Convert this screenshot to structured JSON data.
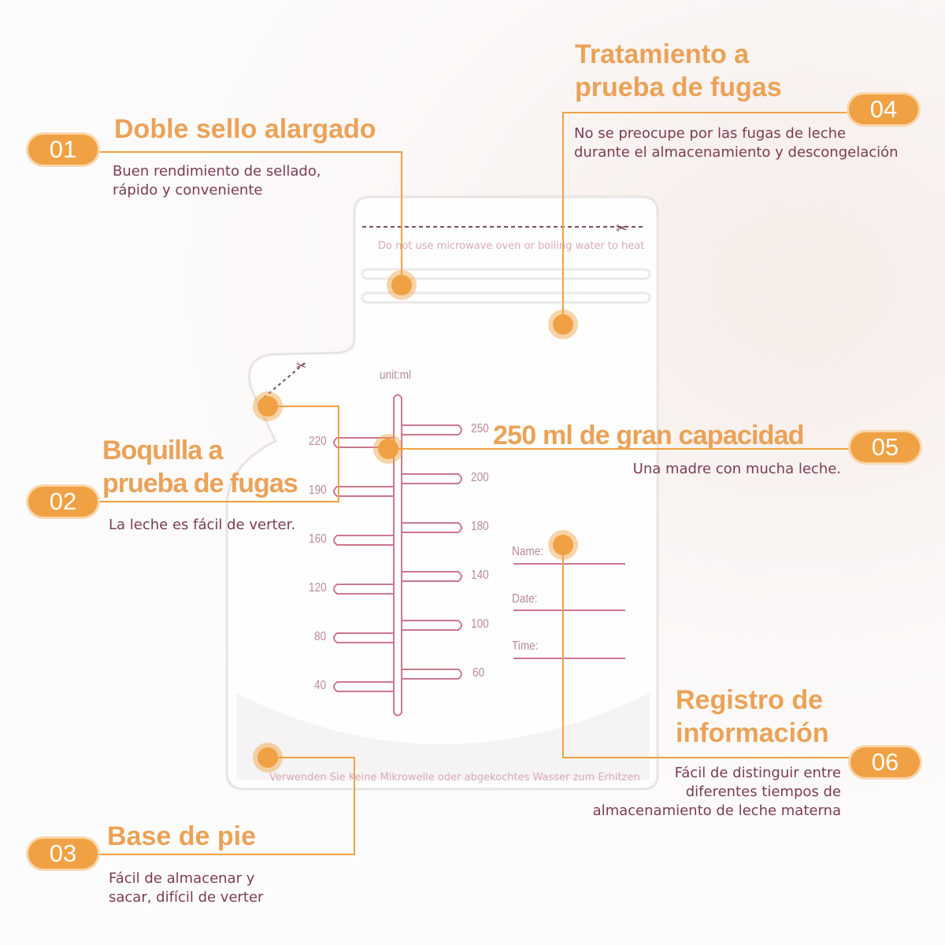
{
  "features": [
    {
      "num": "01",
      "title": "Doble sello alargado",
      "desc": [
        "Buen rendimiento de sellado,",
        "rápido y conveniente"
      ]
    },
    {
      "num": "02",
      "title": [
        "Boquilla a",
        "prueba de fugas"
      ],
      "desc": [
        "La leche es fácil de verter."
      ]
    },
    {
      "num": "03",
      "title": "Base de pie",
      "desc": [
        "Fácil de almacenar y",
        "sacar, difícil de verter"
      ]
    },
    {
      "num": "04",
      "title": [
        "Tratamiento a",
        "prueba de fugas"
      ],
      "desc": [
        "No se preocupe por las fugas de leche",
        "durante el almacenamiento y descongelación"
      ]
    },
    {
      "num": "05",
      "title": "250 ml de gran capacidad",
      "desc": [
        "Una madre con mucha leche."
      ]
    },
    {
      "num": "06",
      "title": [
        "Registro de",
        "información"
      ],
      "desc": [
        "Fácil de distinguir entre",
        "diferentes tiempos de",
        "almacenamiento de leche materna"
      ]
    }
  ],
  "bag": {
    "top_warning": "Do not use microwave oven or boiling water to heat",
    "bottom_warning": "Verwenden Sie Keine Mikrowelle oder abgekochtes Wasser zum Erhitzen",
    "unit": "unit:ml",
    "left_scale": [
      "220",
      "190",
      "160",
      "120",
      "80",
      "40"
    ],
    "right_scale": [
      "250",
      "200",
      "180",
      "140",
      "100",
      "60"
    ],
    "fields": [
      "Name:",
      "Date:",
      "Time:"
    ]
  },
  "colors": {
    "accent": "#f0a143",
    "heading": "#eba257",
    "text": "#7a3c52",
    "scale": "#c8788a"
  }
}
